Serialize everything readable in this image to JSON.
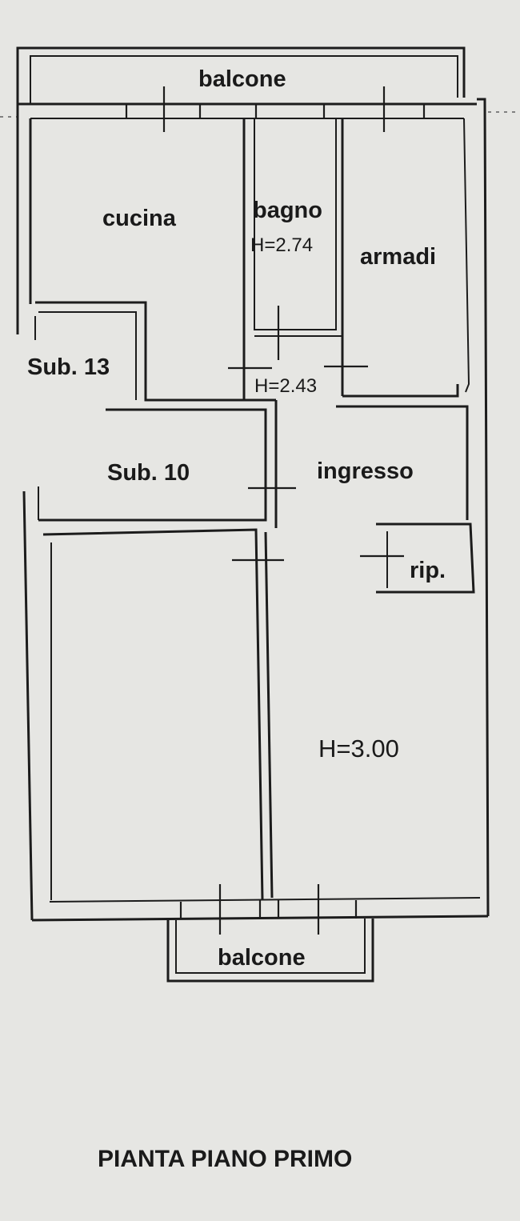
{
  "plan": {
    "rooms": {
      "balcony_top": "balcone",
      "kitchen": "cucina",
      "bathroom": "bagno",
      "bathroom_height": "H=2.74",
      "wardrobes": "armadi",
      "sub13": "Sub. 13",
      "corridor_height": "H=2.43",
      "sub10": "Sub. 10",
      "entrance": "ingresso",
      "storage": "rip.",
      "main_height": "H=3.00",
      "balcony_bottom": "balcone"
    },
    "title": "PIANTA PIANO PRIMO"
  }
}
